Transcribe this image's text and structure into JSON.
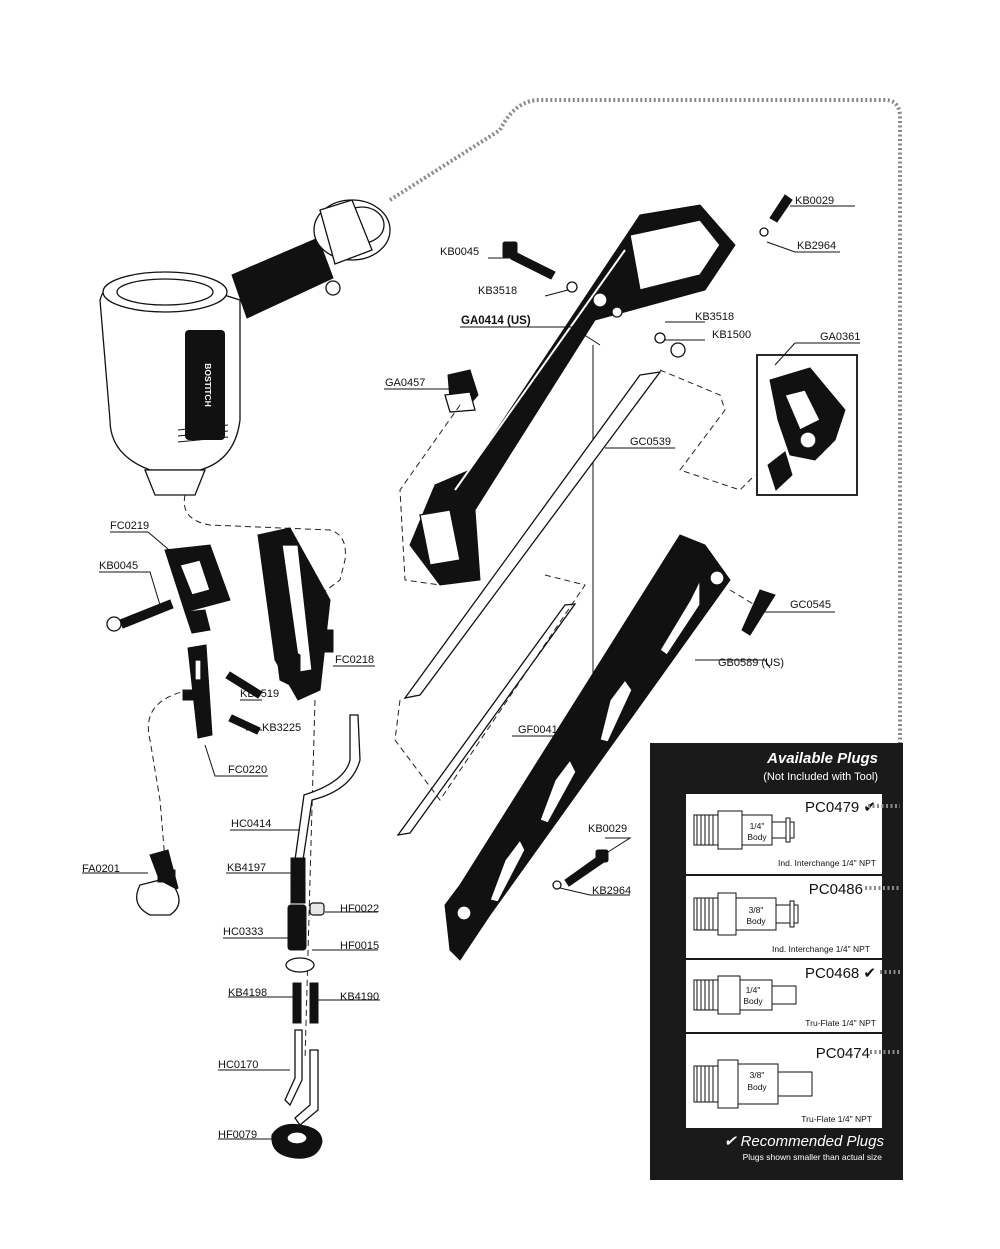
{
  "parts": {
    "kb0029_top": "KB0029",
    "kb2964_top": "KB2964",
    "kb0045_top": "KB0045",
    "kb3518_a": "KB3518",
    "ga0414": "GA0414 (US)",
    "kb3518_b": "KB3518",
    "kb1500": "KB1500",
    "ga0361": "GA0361",
    "ga0457": "GA0457",
    "gc0539": "GC0539",
    "fc0219": "FC0219",
    "kb0045_left": "KB0045",
    "fc0218": "FC0218",
    "kb3519": "KB3519",
    "kb3225": "KB3225",
    "fc0220": "FC0220",
    "gc0545": "GC0545",
    "gb0589": "GB0589 (US)",
    "gf0041": "GF0041",
    "hc0414": "HC0414",
    "kb4197": "KB4197",
    "hf0022": "HF0022",
    "fa0201": "FA0201",
    "hc0333": "HC0333",
    "hf0015": "HF0015",
    "kb4198": "KB4198",
    "kb4190": "KB4190",
    "hc0170": "HC0170",
    "hf0079": "HF0079",
    "kb0029_low": "KB0029",
    "kb2964_low": "KB2964"
  },
  "plugs_panel": {
    "title": "Available Plugs",
    "subtitle": "(Not Included with Tool)",
    "items": [
      {
        "code": "PC0479 ✔",
        "body_line1": "1/4\"",
        "body_line2": "Body",
        "type": "Ind. Interchange 1/4\" NPT"
      },
      {
        "code": "PC0486",
        "body_line1": "3/8\"",
        "body_line2": "Body",
        "type": "Ind. Interchange 1/4\" NPT"
      },
      {
        "code": "PC0468 ✔",
        "body_line1": "1/4\"",
        "body_line2": "Body",
        "type": "Tru-Flate 1/4\" NPT"
      },
      {
        "code": "PC0474",
        "body_line1": "3/8\"",
        "body_line2": "Body",
        "type": "Tru-Flate 1/4\" NPT"
      }
    ],
    "recommended": "✔ Recommended Plugs",
    "note": "Plugs shown smaller than actual size"
  },
  "logo_text": "BOSTITCH"
}
